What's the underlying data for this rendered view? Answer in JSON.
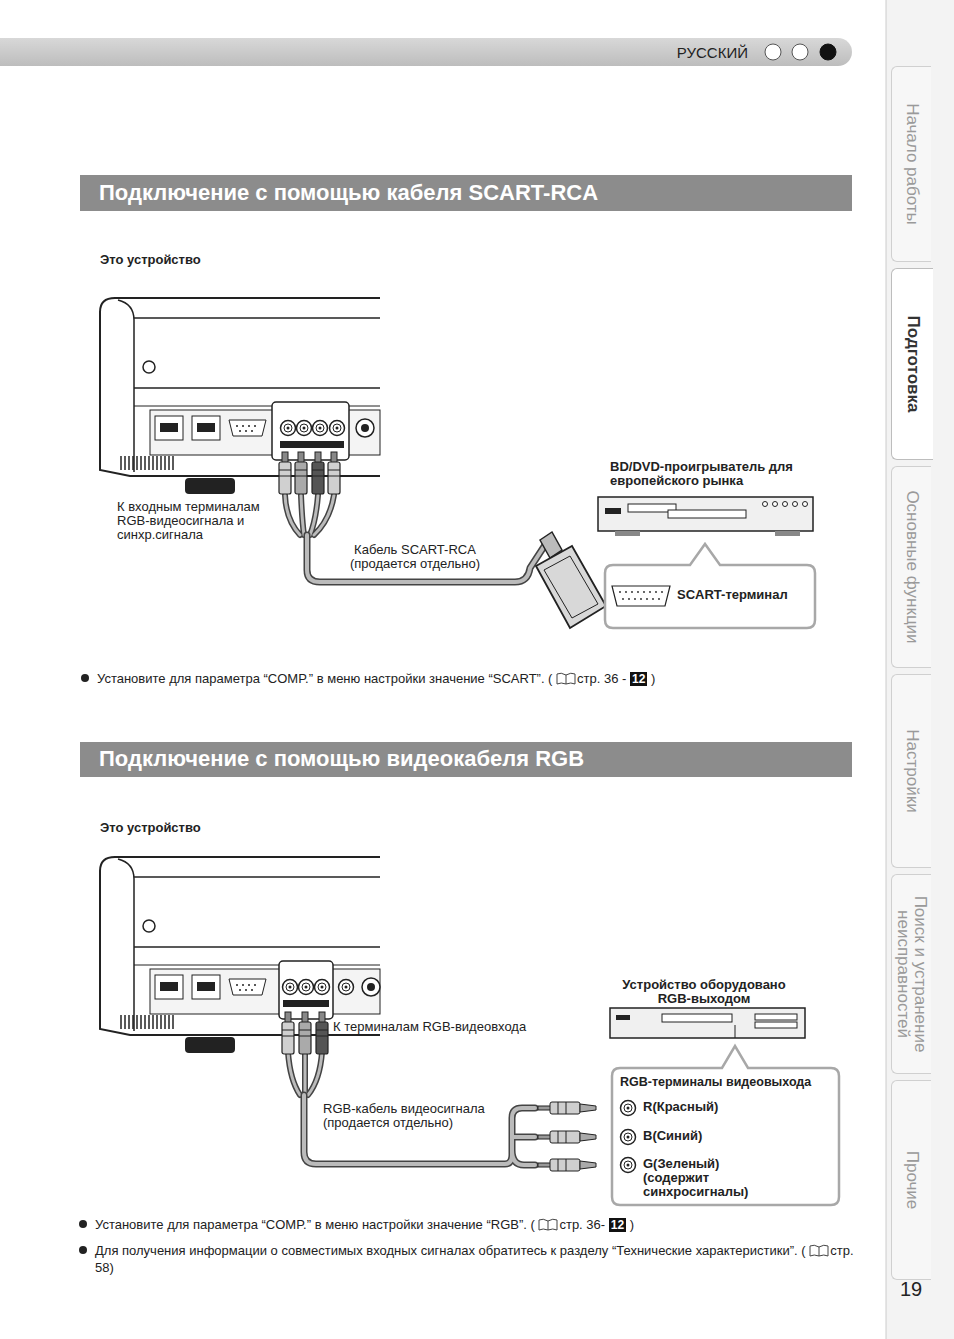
{
  "diagram": {
    "nodes": [
      {
        "text": [
          "РУССКИЙ"
        ]
      },
      {
        "text": [
          "Подключение с помощью кабеля SCART-RCA"
        ]
      },
      {
        "text": [
          "SCART-терминал"
        ]
      },
      {
        "text": [
          "Подключение с помощью видеокабеля RGB"
        ]
      },
      {
        "text": [
          "RGB-терминалы видеовыхода",
          "R(Красный)",
          "B(Синий)",
          "G(Зеленый) (содержит синхросигналы)"
        ]
      },
      {
        "text": [
          "Начало работы"
        ]
      },
      {
        "text": [
          "Подготовка"
        ]
      },
      {
        "text": [
          "Основные функции"
        ]
      },
      {
        "text": [
          "Настройки"
        ]
      },
      {
        "text": [
          "Поиск и устранение неисправностей"
        ]
      },
      {
        "text": [
          "Прочие"
        ]
      }
    ],
    "labels": [
      "Это устройство",
      "К входным терминалам RGB-видеосигнала и синхр.сигнала",
      "Кабель SCART-RCA (продается отдельно)",
      "BD/DVD-проигрыватель для европейского рынка",
      "Установите для параметра “COMP.” в меню настройки значение “SCART”. (",
      "стр. 36 -",
      "12",
      ")",
      "Это устройство",
      "К терминалам RGB-видеовхода",
      "Устройство оборудовано RGB-выходом",
      "RGB-кабель видеосигнала (продается отдельно)",
      "Установите для параметра “COMP.” в меню настройки значение “RGB”. (",
      "стр. 36-",
      "12",
      ")",
      "Для получения информации о совместимых входных сигналах обратитесь к разделу “Технические характеристики”. (",
      "стр. 58)",
      "19"
    ]
  }
}
